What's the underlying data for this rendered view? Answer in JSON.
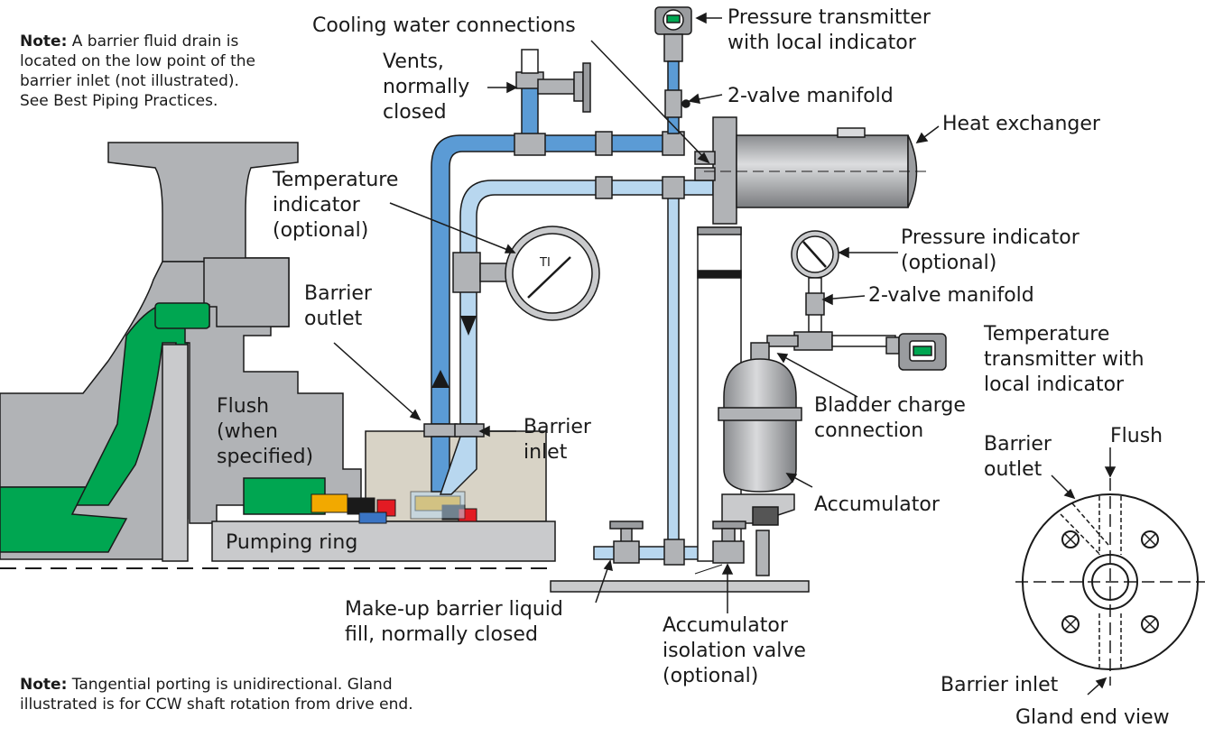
{
  "notes": {
    "top": {
      "bold": "Note:",
      "lines": [
        " A barrier fluid drain is",
        "located on the low point of the",
        "barrier inlet (not illustrated).",
        "See Best Piping Practices."
      ]
    },
    "bottom": {
      "bold": "Note:",
      "lines": [
        " Tangential porting is unidirectional. Gland",
        "illustrated is for CCW shaft rotation from drive end."
      ]
    }
  },
  "labels": {
    "cooling_water": "Cooling water connections",
    "vents": [
      "Vents,",
      "normally",
      "closed"
    ],
    "pressure_transmitter": [
      "Pressure transmitter",
      "with local indicator"
    ],
    "two_valve_top": "2-valve manifold",
    "heat_exchanger": "Heat exchanger",
    "temperature_indicator": [
      "Temperature",
      "indicator",
      "(optional)"
    ],
    "pressure_indicator": [
      "Pressure indicator",
      "(optional)"
    ],
    "two_valve_mid": "2-valve manifold",
    "barrier_outlet": [
      "Barrier",
      "outlet"
    ],
    "temperature_transmitter": [
      "Temperature",
      "transmitter with",
      "local indicator"
    ],
    "flush_when": [
      "Flush",
      "(when",
      "specified)"
    ],
    "barrier_inlet": [
      "Barrier",
      "inlet"
    ],
    "bladder": [
      "Bladder charge",
      "connection"
    ],
    "accumulator": "Accumulator",
    "pumping_ring": "Pumping ring",
    "makeup": [
      "Make-up barrier liquid",
      "fill, normally closed"
    ],
    "accumulator_isolation": [
      "Accumulator",
      "isolation valve",
      "(optional)"
    ],
    "gland_barrier_outlet": [
      "Barrier",
      "outlet"
    ],
    "gland_flush": "Flush",
    "gland_barrier_inlet": "Barrier inlet",
    "gland_end_view": "Gland end view",
    "ti_symbol": "TI"
  },
  "colors": {
    "pipe_dark_blue": "#5b9bd5",
    "pipe_light_blue": "#b8d7ef",
    "seal_green": "#00a651",
    "casing_gray": "#b1b3b6",
    "outline": "#1a1a1a"
  }
}
